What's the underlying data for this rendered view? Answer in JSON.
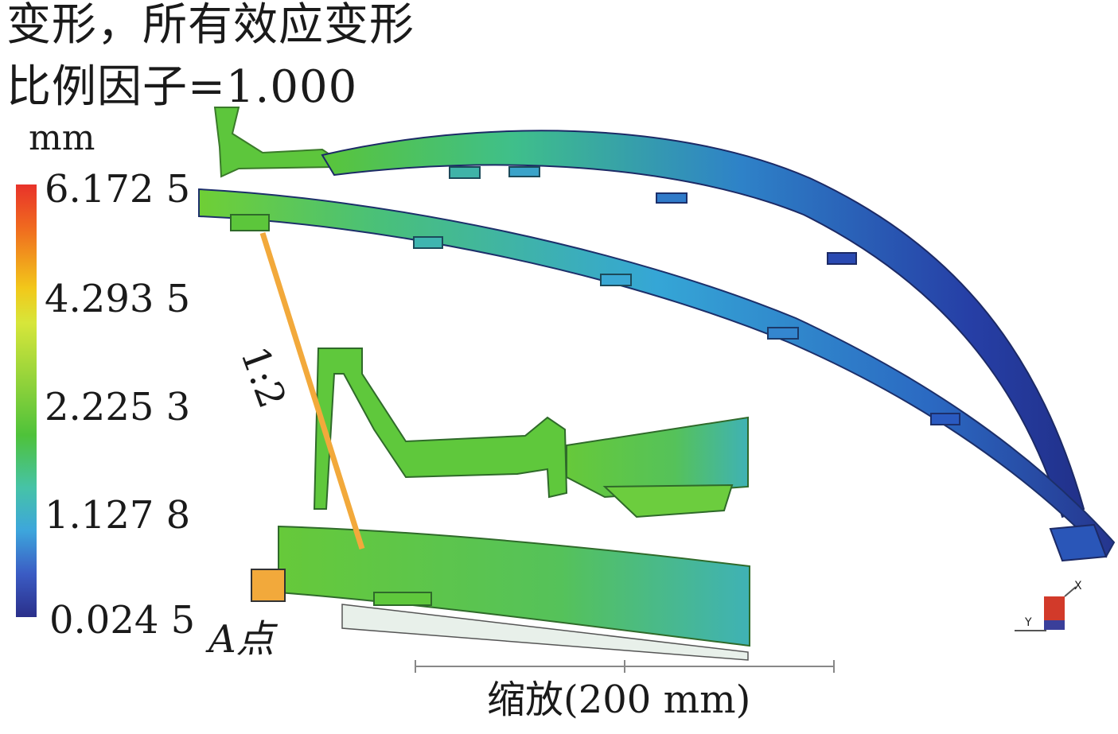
{
  "title_line1": "变形，所有效应变形",
  "title_line2": "比例因子=1.000",
  "legend": {
    "unit": "mm",
    "ticks": [
      "6.172 5",
      "4.293 5",
      "2.225 3",
      "1.127 8",
      "0.024 5"
    ],
    "colors": [
      "#e8322a",
      "#f2c81a",
      "#4ec23a",
      "#3da6dc",
      "#2a2f8a"
    ]
  },
  "inset": {
    "ratio_label": "1:2",
    "point_label": "A点",
    "leader_color": "#f2a93b"
  },
  "scale_bar": {
    "label": "缩放(200 mm)"
  },
  "triad": {
    "axis_x": "X",
    "axis_y": "Y"
  }
}
